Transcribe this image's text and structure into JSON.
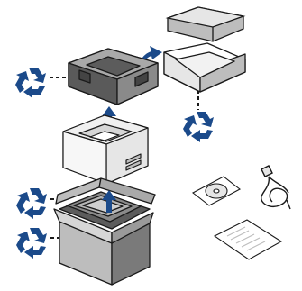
{
  "figure": {
    "kind": "printer unpacking / recycling diagram",
    "colors": {
      "outline": "#1a1a1a",
      "light_gray": "#e6e6e6",
      "mid_gray": "#bdbdbd",
      "dark_gray": "#7a7a7a",
      "accent_blue": "#1b4a8a",
      "white": "#ffffff"
    },
    "parts": [
      {
        "name": "box",
        "icon": "cardboard-box"
      },
      {
        "name": "packing-cushion-top",
        "icon": "foam-insert"
      },
      {
        "name": "packing-tray",
        "icon": "cardboard-tray"
      },
      {
        "name": "printer",
        "icon": "laser-printer"
      },
      {
        "name": "plastic-bag",
        "icon": "bag"
      },
      {
        "name": "cd",
        "icon": "software-cd"
      },
      {
        "name": "power-cord",
        "icon": "cable"
      },
      {
        "name": "guide",
        "icon": "paper-sheet"
      }
    ],
    "recycle_icon_count": 4
  }
}
